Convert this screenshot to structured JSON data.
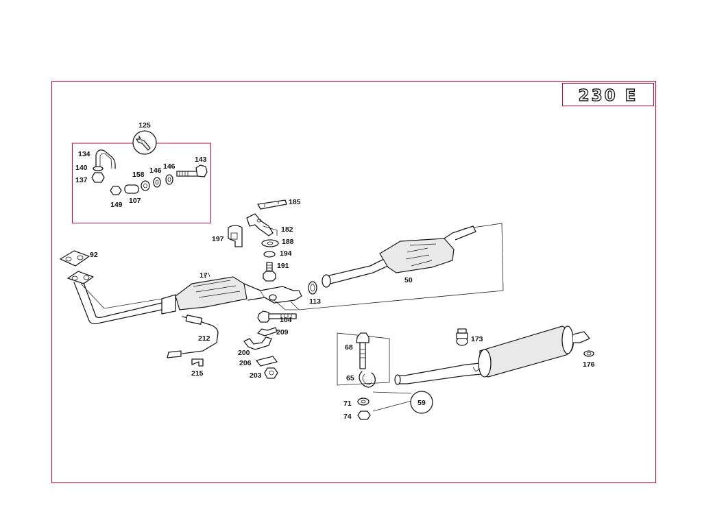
{
  "model_badge": "230 E",
  "colors": {
    "frame": "#b3143c",
    "ink": "#1a1a1a"
  },
  "tool_icon": "wrench-icon",
  "callouts": {
    "c125": "125",
    "c134": "134",
    "c140": "140",
    "c137": "137",
    "c158": "158",
    "c146a": "146",
    "c146b": "146",
    "c143": "143",
    "c149": "149",
    "c107": "107",
    "c185": "185",
    "c182": "182",
    "c197": "197",
    "c188": "188",
    "c194": "194",
    "c191": "191",
    "c92": "92",
    "c17": "17",
    "c113": "113",
    "c50": "50",
    "c104": "104",
    "c212": "212",
    "c209": "209",
    "c200": "200",
    "c206": "206",
    "c203": "203",
    "c215": "215",
    "c68": "68",
    "c65": "65",
    "c71": "71",
    "c74": "74",
    "c59": "59",
    "c173": "173",
    "c176": "176"
  }
}
